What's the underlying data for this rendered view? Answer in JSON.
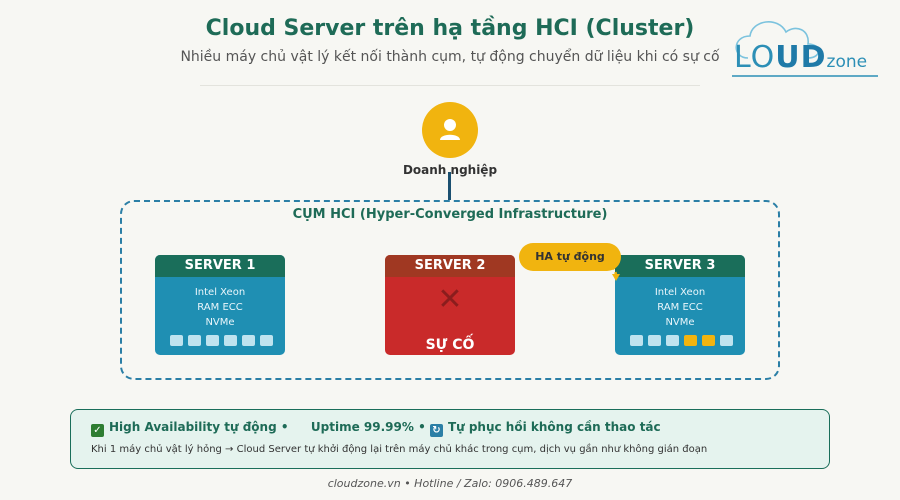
{
  "header": {
    "title": "Cloud Server trên hạ tầng HCI (Cluster)",
    "subtitle": "Nhiều máy chủ vật lý kết nối thành cụm, tự động chuyển dữ liệu khi có sự cố"
  },
  "logo": {
    "text_main": "LO",
    "text_ud": "UD",
    "text_zone": "zone",
    "icon": "cloud-icon"
  },
  "user": {
    "label": "Doanh nghiệp",
    "icon": "user-icon"
  },
  "cluster": {
    "title": "CỤM HCI (Hyper-Converged Infrastructure)"
  },
  "servers": [
    {
      "name": "SERVER 1",
      "specs": [
        "Intel Xeon",
        "RAM ECC",
        "NVMe"
      ],
      "status": "ok"
    },
    {
      "name": "SERVER 2",
      "status": "failed",
      "fail_label": "SỰ CỐ",
      "icon": "close-icon"
    },
    {
      "name": "SERVER 3",
      "specs": [
        "Intel Xeon",
        "RAM ECC",
        "NVMe"
      ],
      "status": "ok"
    }
  ],
  "ha_badge": {
    "label": "HA tự động"
  },
  "info": {
    "item1": "High Availability tự động",
    "item2": "Uptime 99.99%",
    "item3": "Tự phục hồi không cần thao tác",
    "separator": "•",
    "description": "Khi 1 máy chủ vật lý hỏng → Cloud Server tự khởi động lại trên máy chủ khác trong cụm, dịch vụ gần như không gián đoạn"
  },
  "footer": {
    "text": "cloudzone.vn • Hotline / Zalo: 0906.489.647"
  },
  "colors": {
    "brand_green": "#1e6b57",
    "server_blue": "#1f8fb3",
    "failure_red": "#c92a2a",
    "accent_yellow": "#f1b40f",
    "cluster_border": "#2b7fa6"
  }
}
